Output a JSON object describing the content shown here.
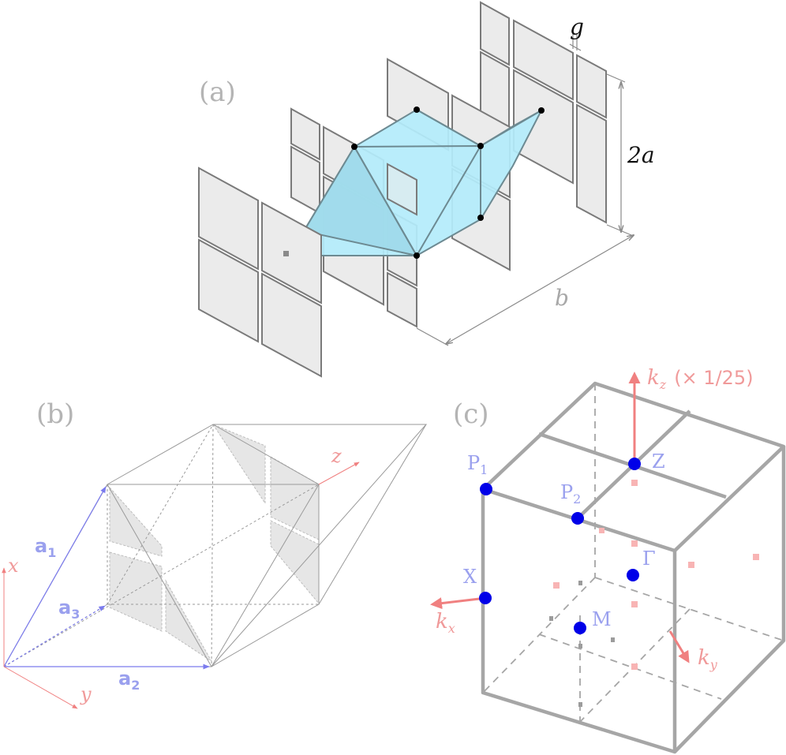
{
  "panels": {
    "a": {
      "label": "(a)",
      "dims": {
        "gap": "g",
        "height": "2a",
        "depth": "b"
      }
    },
    "b": {
      "label": "(b)",
      "vectors": {
        "a1": {
          "main": "a",
          "sub": "1"
        },
        "a2": {
          "main": "a",
          "sub": "2"
        },
        "a3": {
          "main": "a",
          "sub": "3"
        }
      },
      "axes": {
        "x": "x",
        "y": "y",
        "z": "z"
      }
    },
    "c": {
      "label": "(c)",
      "k_axes": {
        "kz": {
          "main": "k",
          "sub": "z",
          "extra": "(× 1/25)"
        },
        "kx": {
          "main": "k",
          "sub": "x"
        },
        "ky": {
          "main": "k",
          "sub": "y"
        }
      },
      "points": {
        "P1": {
          "main": "P",
          "sub": "1"
        },
        "P2": {
          "main": "P",
          "sub": "2"
        },
        "Z": {
          "main": "Z"
        },
        "Gamma": {
          "main": "Γ"
        },
        "X": {
          "main": "X"
        },
        "M": {
          "main": "M"
        }
      }
    }
  },
  "colors": {
    "cell_fill": "#b3ecfb",
    "plate_fill": "#ebebeb",
    "high_symmetry_point": "#0000e8",
    "k_axis": "#f08080",
    "lattice_vector": "#7b7bee",
    "panel_label": "#b4b4b4"
  }
}
